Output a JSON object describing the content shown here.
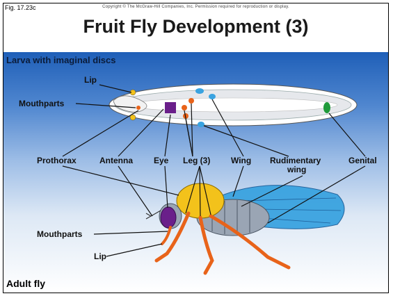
{
  "figure_label": "Fig. 17.23c",
  "copyright": "Copyright © The McGraw-Hill Companies, Inc. Permission required for reproduction or display.",
  "title": "Fruit Fly Development (3)",
  "larva_section": "Larva with imaginal discs",
  "adult_section": "Adult fly",
  "labels": {
    "lip_top": "Lip",
    "mouthparts_top": "Mouthparts",
    "prothorax": "Prothorax",
    "antenna": "Antenna",
    "eye": "Eye",
    "leg": "Leg (3)",
    "wing": "Wing",
    "rudimentary_line1": "Rudimentary",
    "rudimentary_line2": "wing",
    "genital": "Genital",
    "mouthparts_bottom": "Mouthparts",
    "lip_bottom": "Lip"
  },
  "colors": {
    "wing_blue": "#3aa3e0",
    "thorax_yellow": "#f3c21b",
    "leg_orange": "#e8631a",
    "eye_purple": "#6a1f8a",
    "genital_green": "#1f9a3a"
  }
}
